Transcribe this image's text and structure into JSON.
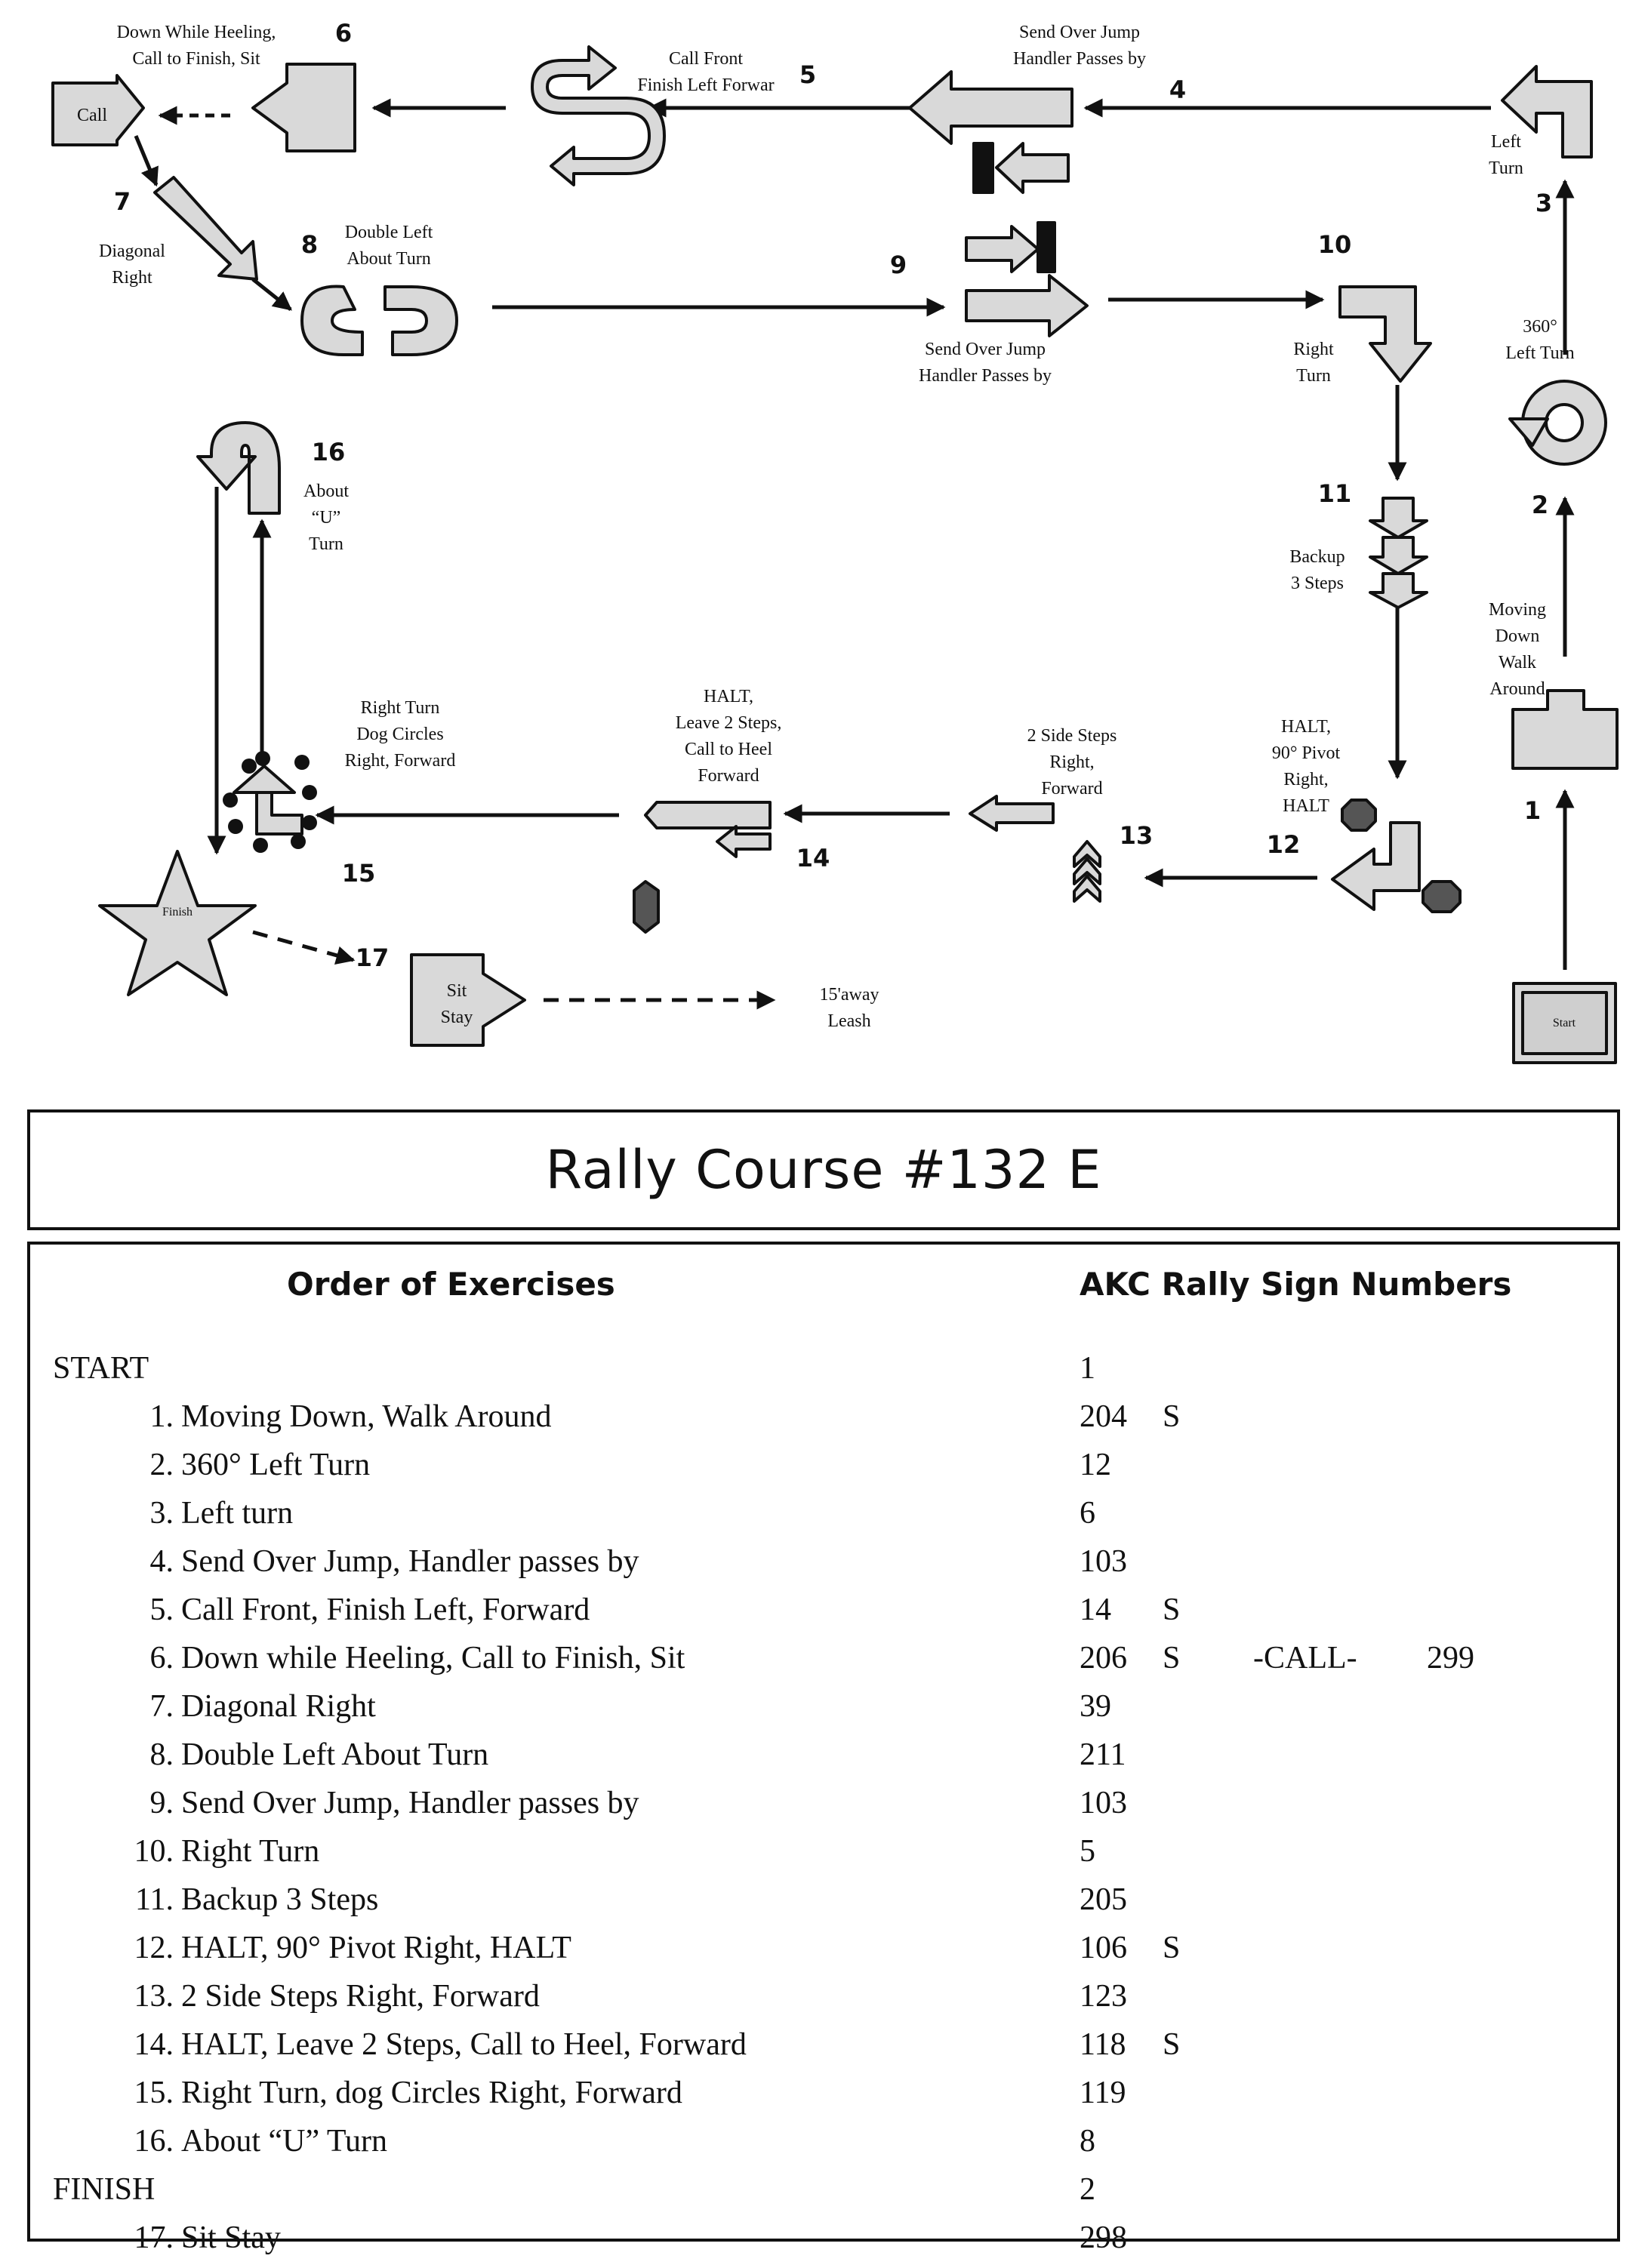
{
  "diagram": {
    "start_label": "Start",
    "finish_label": "Finish",
    "call_label": "Call",
    "sit_stay_label": [
      "Sit",
      "Stay"
    ],
    "away_label": [
      "15'away",
      "Leash"
    ],
    "stations": [
      {
        "num": "1",
        "lines": [
          "Moving",
          "Down",
          "Walk",
          "Around"
        ]
      },
      {
        "num": "2",
        "lines": [
          "360°",
          "Left Turn"
        ]
      },
      {
        "num": "3",
        "lines": [
          "Left",
          "Turn"
        ]
      },
      {
        "num": "4",
        "lines": [
          "Send Over Jump",
          "Handler Passes by"
        ]
      },
      {
        "num": "5",
        "lines": [
          "Call Front",
          "Finish Left Forwar"
        ]
      },
      {
        "num": "6",
        "lines": [
          "Down While Heeling,",
          "Call to Finish, Sit"
        ]
      },
      {
        "num": "7",
        "lines": [
          "Diagonal",
          "Right"
        ]
      },
      {
        "num": "8",
        "lines": [
          "Double Left",
          "About Turn"
        ]
      },
      {
        "num": "9",
        "lines": [
          "Send Over Jump",
          "Handler Passes by"
        ]
      },
      {
        "num": "10",
        "lines": [
          "Right",
          "Turn"
        ]
      },
      {
        "num": "11",
        "lines": [
          "Backup",
          "3 Steps"
        ]
      },
      {
        "num": "12",
        "lines": [
          "HALT,",
          "90° Pivot",
          "Right,",
          "HALT"
        ]
      },
      {
        "num": "13",
        "lines": [
          "2 Side Steps",
          "Right,",
          "Forward"
        ]
      },
      {
        "num": "14",
        "lines": [
          "HALT,",
          "Leave 2 Steps,",
          "Call to Heel",
          "Forward"
        ]
      },
      {
        "num": "15",
        "lines": [
          "Right Turn",
          "Dog Circles",
          "Right, Forward"
        ]
      },
      {
        "num": "16",
        "lines": [
          "About",
          "“U”",
          "Turn"
        ]
      },
      {
        "num": "17",
        "lines": []
      }
    ]
  },
  "title": "Rally Course #132 E",
  "table": {
    "header_left": "Order of Exercises",
    "header_right": "AKC Rally Sign Numbers",
    "start_label": "START",
    "start_sign": "1",
    "finish_label": "FINISH",
    "finish_sign": "2",
    "rows": [
      {
        "n": "1.",
        "label": "Moving Down, Walk Around",
        "sign": "204",
        "s": "S",
        "call": "",
        "alt": ""
      },
      {
        "n": "2.",
        "label": "360° Left Turn",
        "sign": "12",
        "s": "",
        "call": "",
        "alt": ""
      },
      {
        "n": "3.",
        "label": "Left turn",
        "sign": "6",
        "s": "",
        "call": "",
        "alt": ""
      },
      {
        "n": "4.",
        "label": "Send Over Jump, Handler passes by",
        "sign": "103",
        "s": "",
        "call": "",
        "alt": ""
      },
      {
        "n": "5.",
        "label": "Call Front, Finish Left, Forward",
        "sign": "14",
        "s": "S",
        "call": "",
        "alt": ""
      },
      {
        "n": "6.",
        "label": "Down while Heeling, Call to Finish, Sit",
        "sign": "206",
        "s": "S",
        "call": "-CALL-",
        "alt": "299"
      },
      {
        "n": "7.",
        "label": "Diagonal Right",
        "sign": "39",
        "s": "",
        "call": "",
        "alt": ""
      },
      {
        "n": "8.",
        "label": "Double Left About Turn",
        "sign": "211",
        "s": "",
        "call": "",
        "alt": ""
      },
      {
        "n": "9.",
        "label": "Send Over Jump, Handler passes by",
        "sign": "103",
        "s": "",
        "call": "",
        "alt": ""
      },
      {
        "n": "10.",
        "label": "Right Turn",
        "sign": "5",
        "s": "",
        "call": "",
        "alt": ""
      },
      {
        "n": "11.",
        "label": "Backup 3 Steps",
        "sign": "205",
        "s": "",
        "call": "",
        "alt": ""
      },
      {
        "n": "12.",
        "label": "HALT, 90° Pivot Right, HALT",
        "sign": "106",
        "s": "S",
        "call": "",
        "alt": ""
      },
      {
        "n": "13.",
        "label": "2 Side Steps Right, Forward",
        "sign": "123",
        "s": "",
        "call": "",
        "alt": ""
      },
      {
        "n": "14.",
        "label": "HALT, Leave 2 Steps, Call to Heel, Forward",
        "sign": "118",
        "s": "S",
        "call": "",
        "alt": ""
      },
      {
        "n": "15.",
        "label": "Right Turn, dog Circles Right, Forward",
        "sign": "119",
        "s": "",
        "call": "",
        "alt": ""
      },
      {
        "n": "16.",
        "label": "About “U” Turn",
        "sign": "8",
        "s": "",
        "call": "",
        "alt": ""
      }
    ],
    "post_finish_rows": [
      {
        "n": "17.",
        "label": "Sit Stay",
        "sign": "298",
        "s": "",
        "call": "",
        "alt": ""
      }
    ]
  }
}
